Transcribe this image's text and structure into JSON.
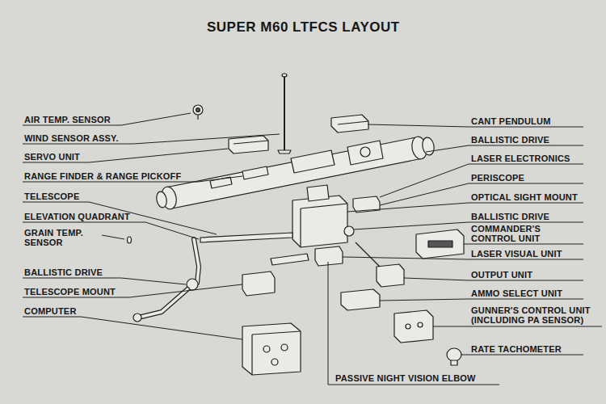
{
  "diagram": {
    "title": "SUPER M60 LTFCS LAYOUT",
    "labels": [
      "AIR TEMP. SENSOR",
      "WIND SENSOR ASSY.",
      "SERVO UNIT",
      "RANGE FINDER & RANGE PICKOFF",
      "TELESCOPE",
      "ELEVATION QUADRANT",
      "GRAIN TEMP. SENSOR",
      "BALLISTIC DRIVE",
      "TELESCOPE MOUNT",
      "COMPUTER",
      "CANT PENDULUM",
      "BALLISTIC DRIVE",
      "LASER ELECTRONICS",
      "PERISCOPE",
      "OPTICAL SIGHT MOUNT",
      "BALLISTIC DRIVE",
      "COMMANDER'S CONTROL UNIT",
      "LASER VISUAL UNIT",
      "OUTPUT UNIT",
      "AMMO SELECT UNIT",
      "GUNNER'S CONTROL UNIT (INCLUDING PA SENSOR)",
      "RATE TACHOMETER",
      "PASSIVE NIGHT VISION ELBOW"
    ]
  }
}
